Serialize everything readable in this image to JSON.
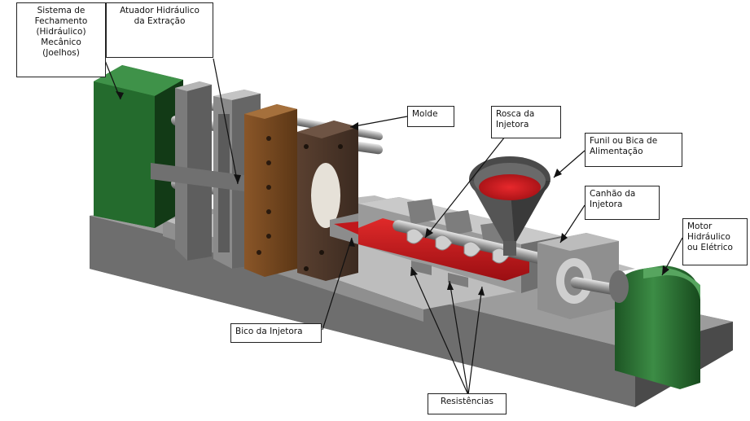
{
  "labels": {
    "sistema_fechamento": "Sistema de\nFechamento\n(Hidráulico)\nMecânico\n(Joelhos)",
    "atuador_extracao": "Atuador Hidráulico\nda Extração",
    "molde": "Molde",
    "rosca_injetora": "Rosca da\nInjetora",
    "funil": "Funil ou Bica de\nAlimentação",
    "canhao": "Canhão da\nInjetora",
    "motor": "Motor\nHidráulico\nou Elétrico",
    "bico": "Bico da Injetora",
    "resistencias": "Resistências"
  },
  "colors": {
    "motor_green": "#1f6b2a",
    "mold_brown": "#7a4a22",
    "molten_red": "#c8141a",
    "steel_grey": "#8a8a8a"
  }
}
